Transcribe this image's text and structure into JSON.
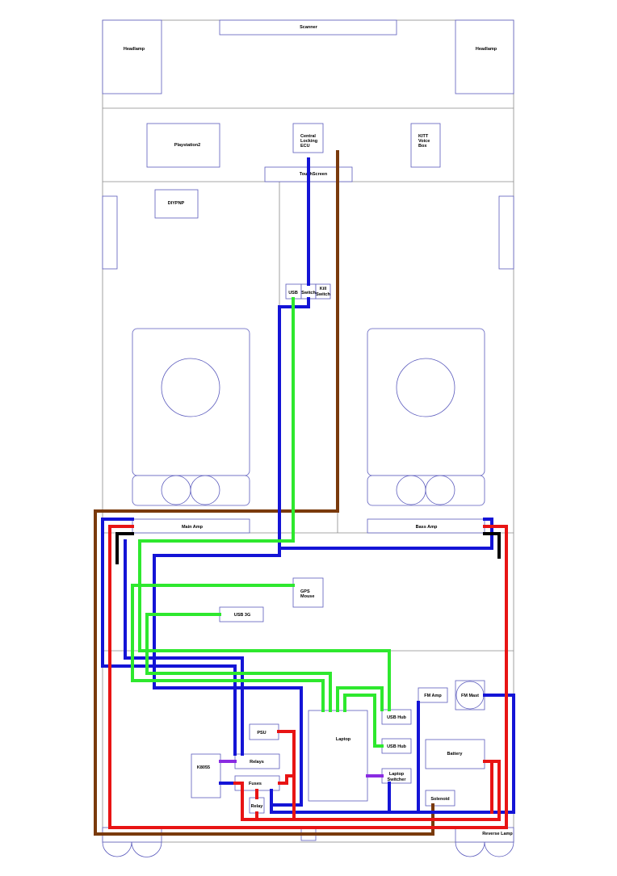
{
  "labels": {
    "scanner": "Scanner",
    "headlamp_left": "Headlamp",
    "headlamp_right": "Headlamp",
    "playstation": "Playstation2",
    "central_locking": [
      "Central",
      "Locking",
      "ECU"
    ],
    "kitt_voice_box": [
      "KITT",
      "Voice",
      "Box"
    ],
    "touchscreen": "TouchScreen",
    "diypnp": "DIYPNP",
    "usb": "USB",
    "switch": "Switch",
    "kill_switch": [
      "Kill",
      "Switch"
    ],
    "main_amp": "Main Amp",
    "bass_amp": "Bass Amp",
    "gps_mouse": [
      "GPS",
      "Mouse"
    ],
    "usb_3g": "USB 3G",
    "fm_amp": "FM Amp",
    "fm_mast": "FM Mast",
    "usb_hub_1": "USB Hub",
    "usb_hub_2": "USB Hub",
    "laptop": "Laptop",
    "laptop_switcher": [
      "Laptop",
      "Switcher"
    ],
    "battery": "Battery",
    "psu": "PSU",
    "relays": "Relays",
    "k8055": "K8055",
    "fuses": "Fuses",
    "relay": "Relay",
    "solenoid": "Solenoid",
    "reverse_lamp": "Reverse Lamp"
  },
  "colors": {
    "outline": "#8a8a8a",
    "component_border": "#5b5bbd",
    "wire_blue": "#1414d6",
    "wire_green": "#2ee82e",
    "wire_red": "#e81414",
    "wire_brown": "#7a3a0c",
    "wire_black": "#000000",
    "wire_purple": "#8a2be2"
  }
}
